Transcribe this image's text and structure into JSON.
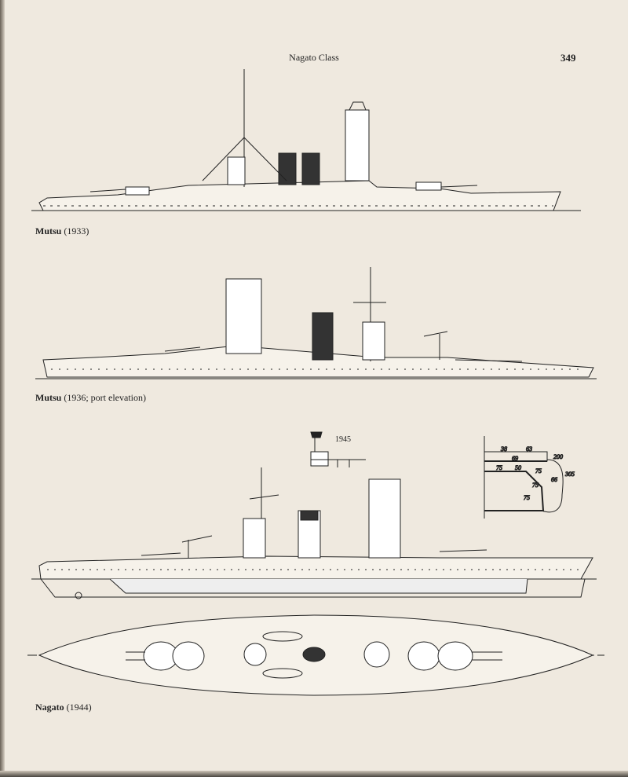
{
  "header": {
    "title": "Nagato Class",
    "page_number": "349"
  },
  "figures": [
    {
      "name": "Mutsu",
      "detail": "(1933)"
    },
    {
      "name": "Mutsu",
      "detail": "(1936; port elevation)"
    },
    {
      "name": "Nagato",
      "detail": "(1944)"
    }
  ],
  "inset_year": "1945",
  "armor_section": {
    "labels": [
      "38",
      "63",
      "69",
      "75",
      "50",
      "75",
      "200",
      "305",
      "66",
      "75",
      "75"
    ]
  }
}
